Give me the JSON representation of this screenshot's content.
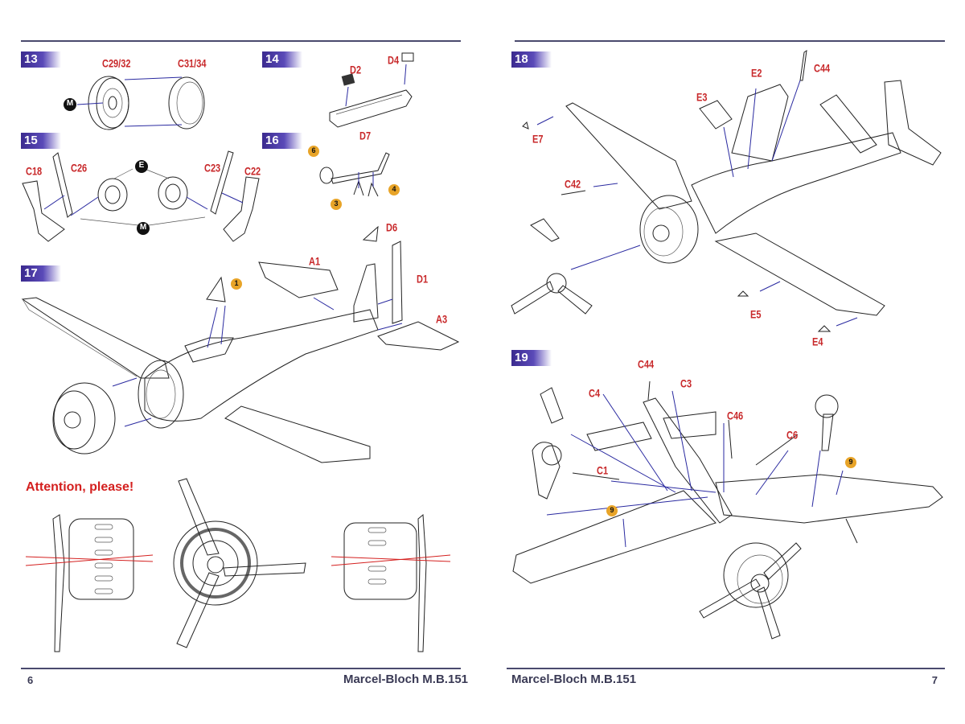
{
  "left_page": {
    "page_number": "6",
    "footer_title": "Marcel-Bloch M.B.151",
    "attention_text": "Attention, please!",
    "steps": {
      "s13": "13",
      "s14": "14",
      "s15": "15",
      "s16": "16",
      "s17": "17"
    },
    "labels": {
      "c29_32": "C29/32",
      "c31_34": "C31/34",
      "d2": "D2",
      "d4": "D4",
      "d7": "D7",
      "c18": "C18",
      "c26": "C26",
      "c23": "C23",
      "c22": "C22",
      "a1": "A1",
      "d6": "D6",
      "d1": "D1",
      "a3": "A3"
    },
    "markers": {
      "m1": "M",
      "e": "E",
      "m2": "M",
      "b6": "6",
      "b3": "3",
      "b4": "4",
      "b1": "1"
    }
  },
  "right_page": {
    "page_number": "7",
    "footer_title": "Marcel-Bloch M.B.151",
    "steps": {
      "s18": "18",
      "s19": "19"
    },
    "labels": {
      "e2": "E2",
      "c44": "C44",
      "e3": "E3",
      "e7": "E7",
      "c42": "C42",
      "e5": "E5",
      "e4": "E4",
      "c44b": "C44",
      "c3": "C3",
      "c4": "C4",
      "c46": "C46",
      "c6": "C6",
      "c1": "C1"
    },
    "markers": {
      "b9a": "9",
      "b9b": "9"
    }
  }
}
